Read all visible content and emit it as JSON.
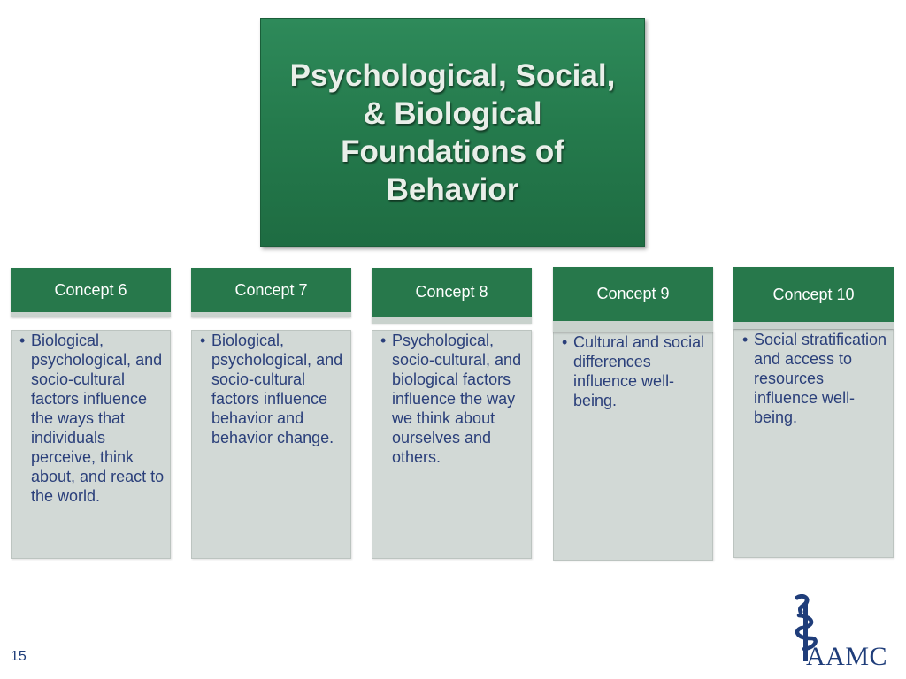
{
  "slide": {
    "title": "Psychological, Social, & Biological Foundations of Behavior",
    "page_number": "15"
  },
  "concepts": [
    {
      "label": "Concept 6",
      "bullets": [
        "Biological, psychological, and socio-cultural factors influence the ways that individuals perceive, think about, and react to the world."
      ]
    },
    {
      "label": "Concept 7",
      "bullets": [
        "Biological, psychological, and socio-cultural factors influence behavior and behavior change."
      ]
    },
    {
      "label": "Concept 8",
      "bullets": [
        "Psychological, socio-cultural, and biological factors influence the way we think about ourselves and others."
      ]
    },
    {
      "label": "Concept 9",
      "bullets": [
        "Cultural and social differences influence well-being."
      ]
    },
    {
      "label": "Concept 10",
      "bullets": [
        "Social stratification and access to resources influence well-being."
      ]
    }
  ],
  "logo": {
    "text": "AAMC",
    "icon": "rod-of-asclepius-icon"
  },
  "colors": {
    "title_green": "#257b4d",
    "header_green": "#27784b",
    "body_gray": "#d2d9d6",
    "text_navy": "#2a3f7a"
  }
}
